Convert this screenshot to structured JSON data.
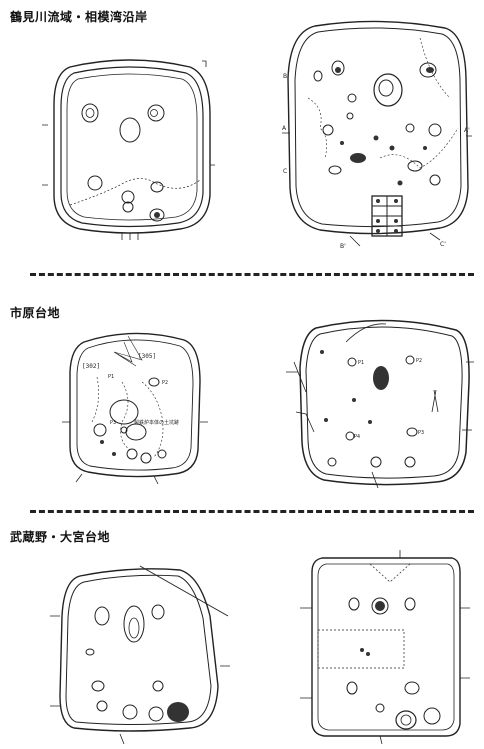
{
  "sections": [
    {
      "title": "鶴見川流域・相模湾沿岸"
    },
    {
      "title": "市原台地"
    },
    {
      "title": "武蔵野・大宮台地"
    }
  ],
  "plan_labels": {
    "p302": "[302]",
    "p305": "[305]",
    "p1": "P1",
    "p2": "P2",
    "p3": "P3",
    "p4": "P4",
    "p5": "P5",
    "note": "製鉄炉本体の土坑跡"
  },
  "section_letters": {
    "a": "A",
    "a2": "A'",
    "b": "B",
    "b2": "B'",
    "c": "C",
    "c2": "C'"
  },
  "colors": {
    "line": "#222222",
    "fill": "#333333",
    "background": "#ffffff"
  }
}
